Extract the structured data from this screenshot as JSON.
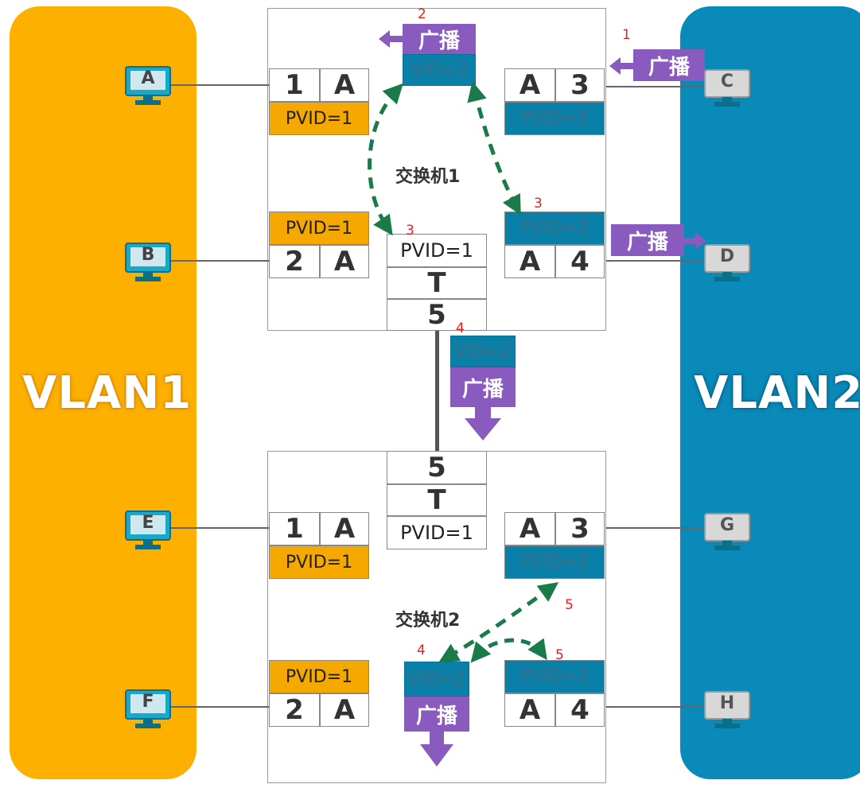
{
  "vlans": {
    "left_label": "VLAN1",
    "right_label": "VLAN2"
  },
  "switch1": {
    "name": "交换机1",
    "port_a": {
      "num": "1",
      "mode": "A",
      "pvid": "PVID=1"
    },
    "port_b": {
      "num": "2",
      "mode": "A",
      "pvid": "PVID=1"
    },
    "port_c": {
      "num": "3",
      "mode": "A",
      "pvid": "PVID=2"
    },
    "port_d": {
      "num": "4",
      "mode": "A",
      "pvid": "PVID=2"
    },
    "trunk": {
      "pvid": "PVID=1",
      "mode": "T",
      "num": "5"
    }
  },
  "switch2": {
    "name": "交换机2",
    "port_e": {
      "num": "1",
      "mode": "A",
      "pvid": "PVID=1"
    },
    "port_f": {
      "num": "2",
      "mode": "A",
      "pvid": "PVID=1"
    },
    "port_g": {
      "num": "3",
      "mode": "A",
      "pvid": "PVID=2"
    },
    "port_h": {
      "num": "4",
      "mode": "A",
      "pvid": "PVID=2"
    },
    "trunk": {
      "num": "5",
      "mode": "T",
      "pvid": "PVID=1"
    }
  },
  "hosts": {
    "a": "A",
    "b": "B",
    "c": "C",
    "d": "D",
    "e": "E",
    "f": "F",
    "g": "G",
    "h": "H"
  },
  "frames": {
    "broadcast": "广播",
    "vid": "VID=2"
  },
  "steps": [
    "1",
    "2",
    "3",
    "3",
    "4",
    "4",
    "5",
    "5"
  ],
  "colors": {
    "vlan1": "#fdb000",
    "vlan2": "#0a8ab8",
    "broadcast": "#8a5bbf",
    "vid_tag": "#0a7fa8",
    "path": "#1a7a4a",
    "step": "#e8201a"
  }
}
